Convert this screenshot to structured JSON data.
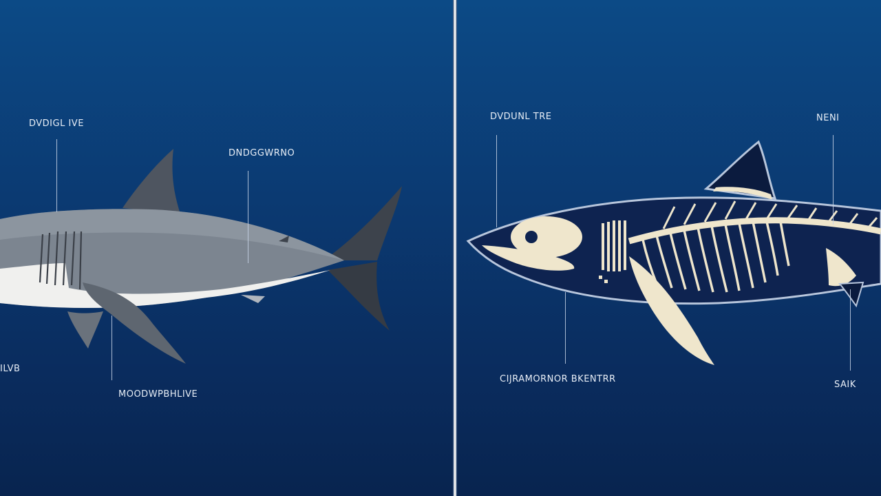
{
  "left_panel": {
    "labels": {
      "top_left": "DVDIGL IVE",
      "top_right": "DNDGGWRNO",
      "bottom_left": "ILVB",
      "bottom_center": "MOODWPBHLIVE"
    },
    "colors": {
      "body": "#7c8590",
      "belly": "#f0f0ee",
      "fin": "#4e5560"
    }
  },
  "right_panel": {
    "labels": {
      "top_left": "DVDUNL TRE",
      "top_right": "NENI",
      "bottom_center": "CIJRAMORNOR BKENTRR",
      "bottom_right": "SAIK"
    },
    "colors": {
      "body": "#0e2350",
      "outline": "#b8c6dc",
      "bone": "#efe6cc"
    }
  }
}
